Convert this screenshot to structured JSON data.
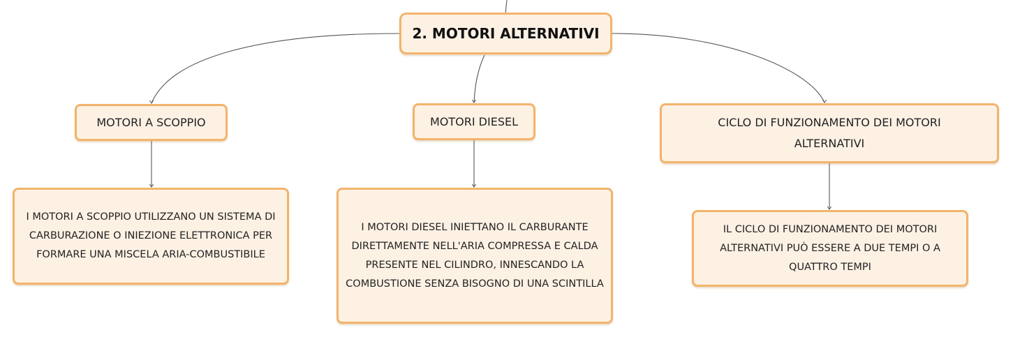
{
  "map": {
    "root": {
      "label": "2. MOTORI ALTERNATIVI"
    },
    "branches": [
      {
        "label": "MOTORI A SCOPPIO",
        "detail": "I MOTORI A SCOPPIO UTILIZZANO UN SISTEMA DI CARBURAZIONE O INIEZIONE ELETTRONICA PER FORMARE UNA MISCELA ARIA-COMBUSTIBILE"
      },
      {
        "label": "MOTORI DIESEL",
        "detail": "I MOTORI DIESEL INIETTANO IL CARBURANTE DIRETTAMENTE NELL'ARIA COMPRESSA E CALDA PRESENTE NEL CILINDRO, INNESCANDO LA COMBUSTIONE SENZA BISOGNO DI UNA SCINTILLA"
      },
      {
        "label": "CICLO DI FUNZIONAMENTO DEI MOTORI ALTERNATIVI",
        "detail": "IL CICLO DI FUNZIONAMENTO DEI MOTORI ALTERNATIVI PUÒ ESSERE A DUE TEMPI O A QUATTRO TEMPI"
      }
    ]
  },
  "colors": {
    "node_border": "#f2b46c",
    "node_fill": "#fdf1e4",
    "connector": "#555555"
  }
}
